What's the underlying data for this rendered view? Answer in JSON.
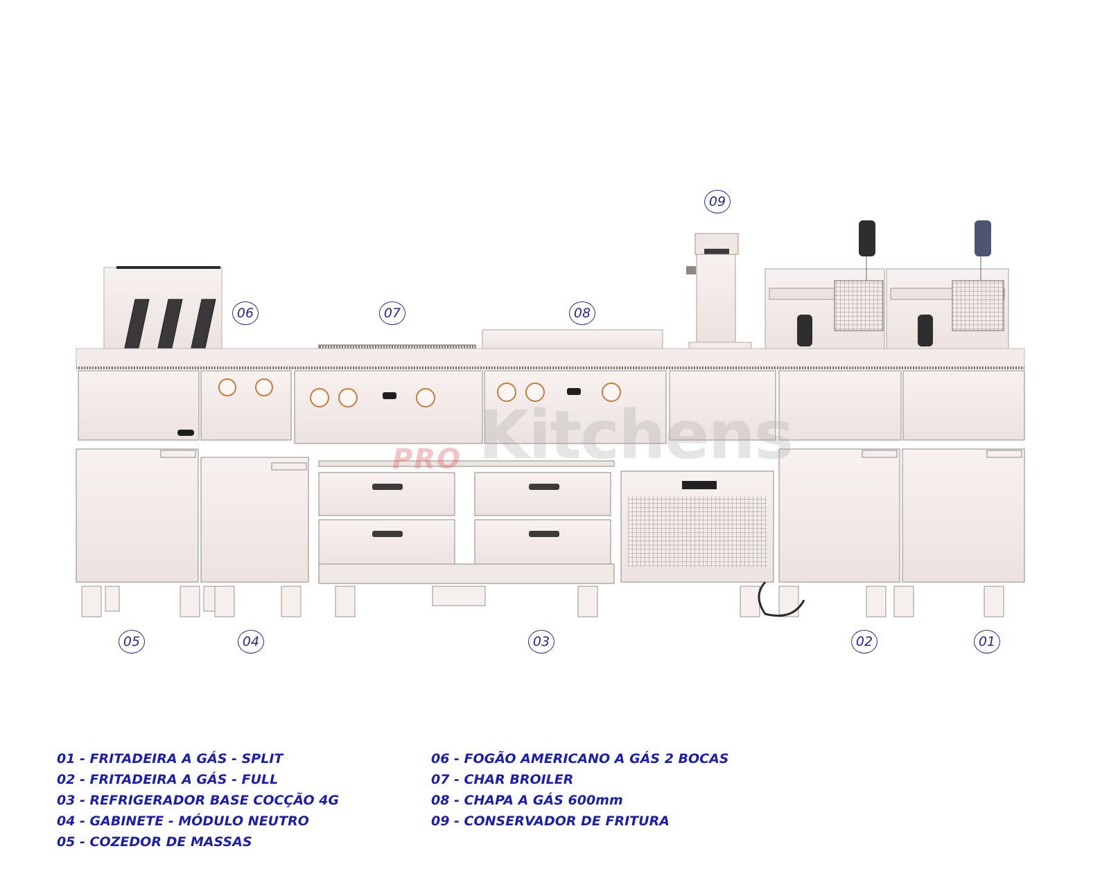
{
  "diagram": {
    "callouts": [
      {
        "id": "01",
        "label": "01"
      },
      {
        "id": "02",
        "label": "02"
      },
      {
        "id": "03",
        "label": "03"
      },
      {
        "id": "04",
        "label": "04"
      },
      {
        "id": "05",
        "label": "05"
      },
      {
        "id": "06",
        "label": "06"
      },
      {
        "id": "07",
        "label": "07"
      },
      {
        "id": "08",
        "label": "08"
      },
      {
        "id": "09",
        "label": "09"
      }
    ],
    "legend_left": [
      "01 - FRITADEIRA A GÁS - SPLIT",
      "02 - FRITADEIRA A GÁS - FULL",
      "03 - REFRIGERADOR BASE COCÇÃO 4G",
      "04 - GABINETE - MÓDULO NEUTRO",
      "05 - COZEDOR DE MASSAS"
    ],
    "legend_right": [
      "06 - FOGÃO AMERICANO A GÁS 2 BOCAS",
      "07 - CHAR BROILER",
      "08 - CHAPA A GÁS 600mm",
      "09 - CONSERVADOR DE FRITURA"
    ],
    "watermark": {
      "prefix": "PRO",
      "word": "Kitchens"
    },
    "colors": {
      "label": "#1a1fb0",
      "equipment": "#f4ecea",
      "outline": "#8a8480"
    }
  }
}
